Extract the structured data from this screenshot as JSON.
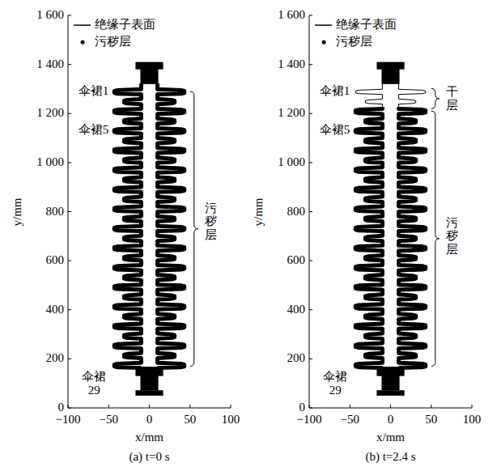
{
  "diagram": {
    "labels": [
      "1 600",
      "1 400",
      "1 200",
      "1 000",
      "800",
      "600",
      "400",
      "200",
      "0",
      "−100",
      "−50",
      "0",
      "50",
      "100",
      "y/mm",
      "x/mm",
      "伞裙1",
      "伞裙5",
      "伞裙 29",
      "污秽层",
      "(a) t=0 s",
      "1 600",
      "1 400",
      "1 200",
      "1 000",
      "800",
      "600",
      "400",
      "200",
      "0",
      "−100",
      "−50",
      "0",
      "50",
      "100",
      "y/mm",
      "x/mm",
      "伞裙1",
      "伞裙5",
      "伞裙 29",
      "干层",
      "污秽层",
      "(b) t=2.4 s"
    ],
    "legend": [
      {
        "text": "绝缘子表面"
      },
      {
        "text": "污秽层"
      },
      {
        "text": "绝缘子表面"
      },
      {
        "text": "污秽层"
      }
    ]
  }
}
